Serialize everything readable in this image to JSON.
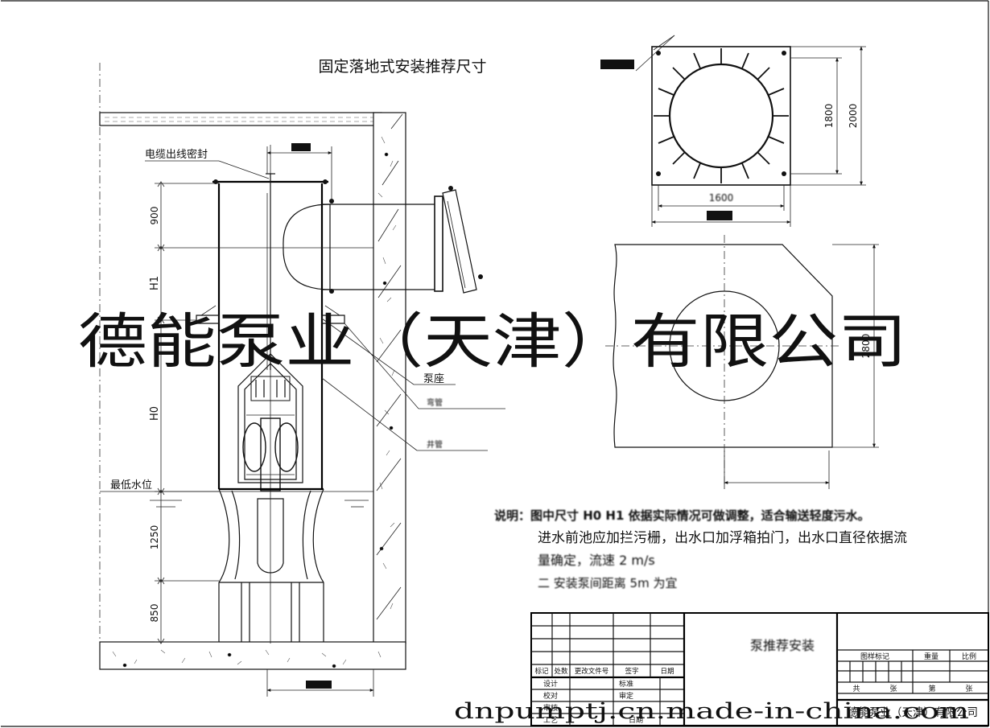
{
  "title": "固定落地式安装推荐尺寸",
  "callouts": {
    "cable_seal": "电缆出线密封",
    "pump_base": "泵座",
    "outlet": "弯管",
    "guide_pipe": "井管",
    "min_water": "最低水位"
  },
  "dimensions": {
    "d900": "900",
    "h1": "H1",
    "h0": "H0",
    "d1250": "1250",
    "d850": "850",
    "w1800": "1800",
    "w2000": "2000",
    "w1600": "1600",
    "h2800": "2800"
  },
  "notes": [
    "说明：图中尺寸 H0 H1 依据实际情况可做调整，适合输送轻度污水。",
    "进水前池应加拦污栅，出水口加浮箱拍门，出水口直径依据流",
    "量确定，流速 2 m/s",
    "二 安装泵间距离 5m 为宜"
  ],
  "title_block": {
    "drawing_name": "泵推荐安装",
    "rev_headers": [
      "标记",
      "处数",
      "更改文件号",
      "签字",
      "日期"
    ],
    "role_design": "设计",
    "role_standard": "标准",
    "role_check": "校对",
    "role_review": "审定",
    "role_process": "审核",
    "role_date": "日期",
    "role_craft": "工艺",
    "stage_mark": "图样标记",
    "weight": "重量",
    "scale": "比例",
    "total": "共",
    "sheet_unit": "张",
    "sheet_no": "第",
    "company": "德能泵业（天津）有限公司"
  },
  "watermark": {
    "company": "德能泵业（天津）有限公司",
    "site": "dnpumptj.cn.made-in-china.com"
  }
}
